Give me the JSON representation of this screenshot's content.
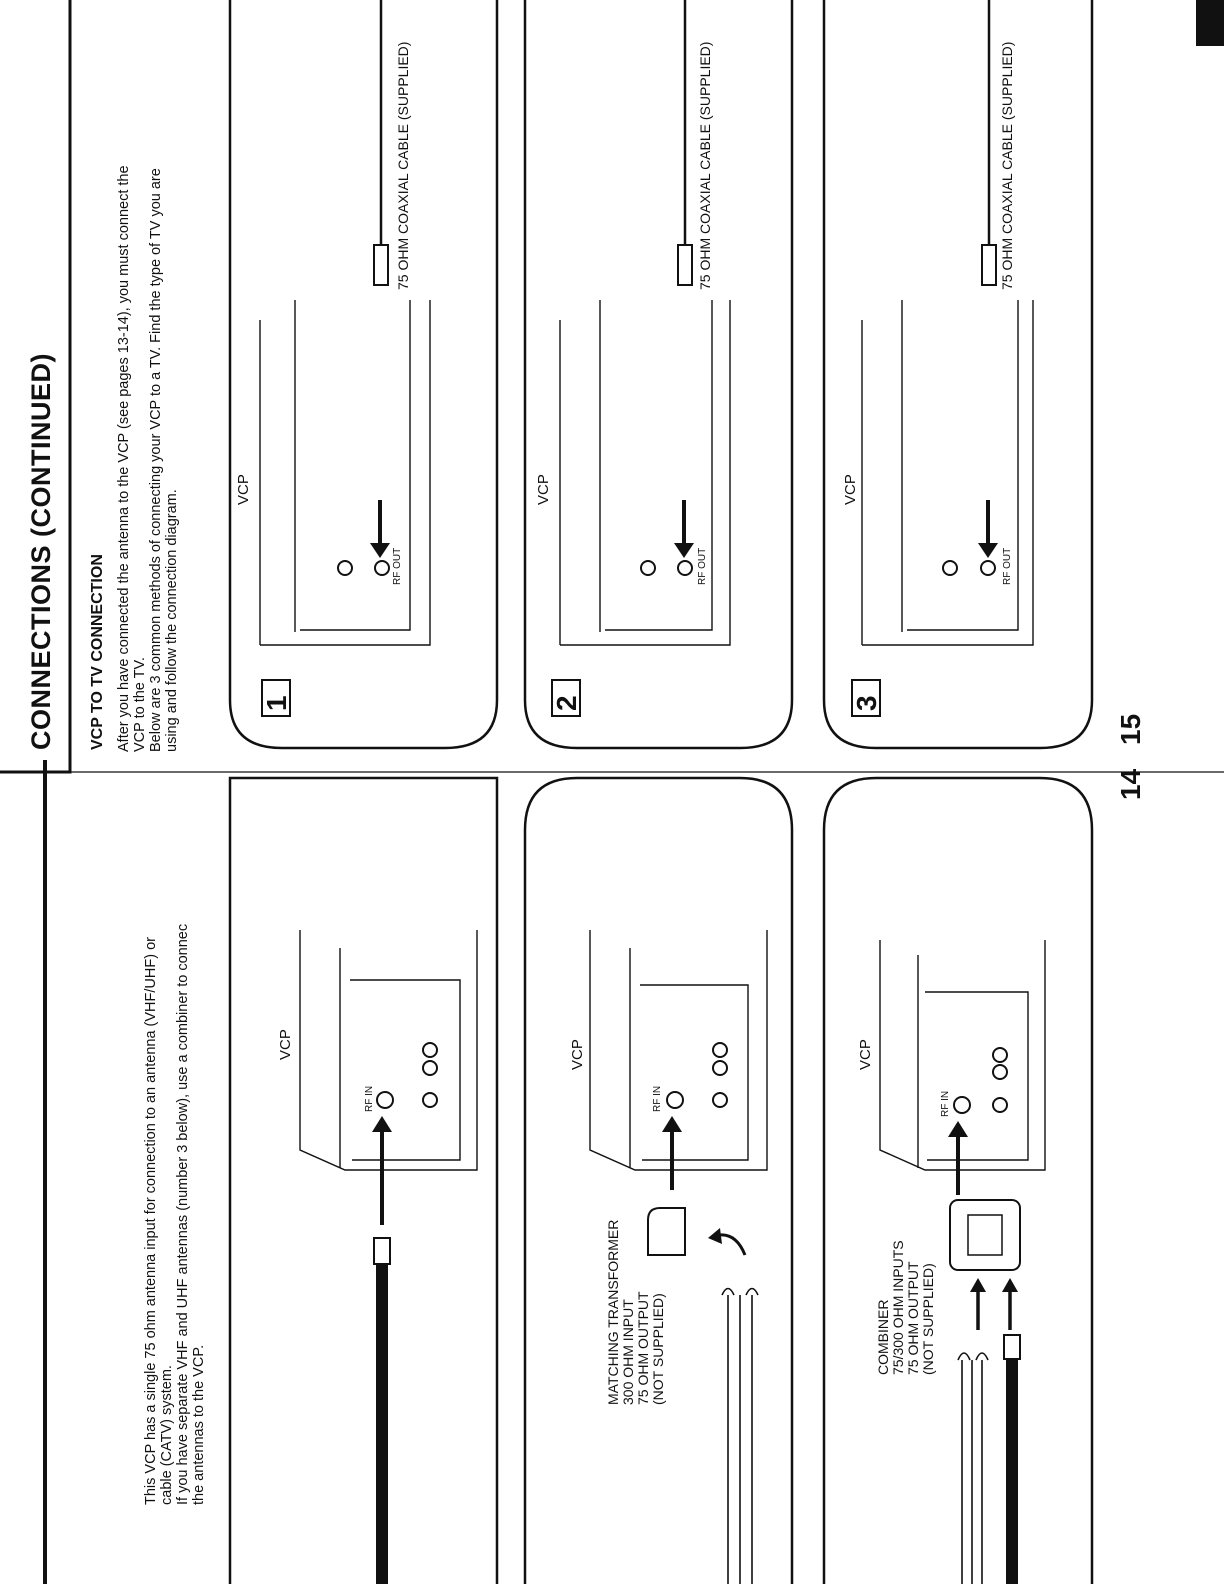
{
  "page": {
    "title": "CONNECTIONS (CONTINUED)",
    "page_number_right": "15",
    "page_number_left": "14"
  },
  "right": {
    "heading": "VCP TO TV CONNECTION",
    "intro_lines": [
      "After you have connected the antenna to the VCP (see pages 13-14), you must connect the",
      "VCP to the TV.",
      "Below are 3 common methods of connecting your VCP to a TV. Find the type of TV you are",
      "using and follow the connection diagram."
    ],
    "panels": [
      {
        "number": "1",
        "device": "VCP",
        "jack": "RF OUT",
        "cable": "75 OHM COAXIAL CABLE (SUPPLIED)"
      },
      {
        "number": "2",
        "device": "VCP",
        "jack": "RF OUT",
        "cable": "75 OHM COAXIAL CABLE (SUPPLIED)"
      },
      {
        "number": "3",
        "device": "VCP",
        "jack": "RF OUT",
        "cable": "75 OHM COAXIAL CABLE (SUPPLIED)"
      }
    ]
  },
  "left": {
    "intro_lines": [
      "This VCP has a single 75 ohm antenna input for connection to an antenna (VHF/UHF) or",
      "cable (CATV) system.",
      "If you have separate VHF and UHF antennas (number 3 below), use a combiner to connec",
      "the antennas to the VCP."
    ],
    "panels": [
      {
        "device": "VCP",
        "jack": "RF IN"
      },
      {
        "device": "VCP",
        "jack": "RF IN",
        "adapter_lines": [
          "MATCHING TRANSFORMER",
          "300 OHM INPUT",
          "75 OHM OUTPUT",
          "(NOT SUPPLIED)"
        ]
      },
      {
        "device": "VCP",
        "jack": "RF IN",
        "adapter_lines": [
          "COMBINER",
          "75/300 OHM INPUTS",
          "75 OHM OUTPUT",
          "(NOT SUPPLIED)"
        ]
      }
    ]
  }
}
